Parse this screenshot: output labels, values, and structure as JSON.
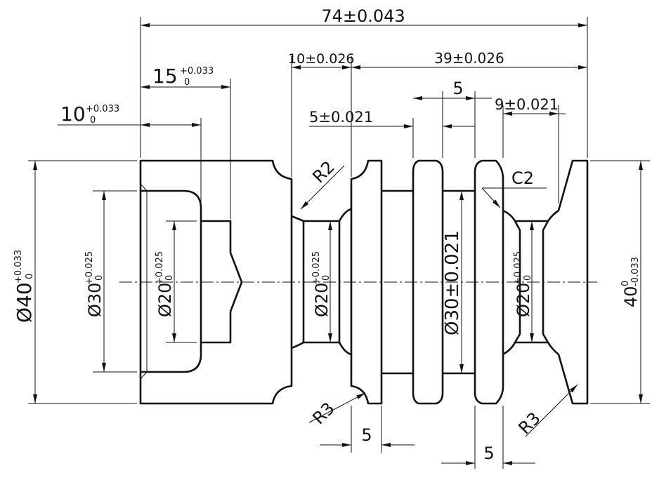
{
  "dims": {
    "overall_length": "74±0.043",
    "len_15": "15",
    "len_15_upper": "+0.033",
    "len_15_lower": "0",
    "len_10": "10",
    "len_10_upper": "+0.033",
    "len_10_lower": "0",
    "len_10_026": "10±0.026",
    "len_39": "39±0.026",
    "len_5_top": "5",
    "len_5_021": "5±0.021",
    "len_9": "9±0.021",
    "radius_r2": "R2",
    "chamfer_c2": "C2",
    "radius_r3_left": "R3",
    "radius_r3_right": "R3",
    "len_5_bottom_left": "5",
    "len_5_bottom_right": "5",
    "dia_40_left": "Ø40",
    "dia_40_left_upper": "+0.033",
    "dia_40_left_lower": "0",
    "dia_30_bore": "Ø30",
    "dia_30_bore_upper": "+0.025",
    "dia_30_bore_lower": "0",
    "dia_20_bore": "Ø20",
    "dia_20_bore_upper": "+0.025",
    "dia_20_bore_lower": "0",
    "dia_20_neck": "Ø20",
    "dia_20_neck_upper": "+0.025",
    "dia_20_neck_lower": "0",
    "dia_30_groove": "Ø30±0.021",
    "dia_20_groove": "Ø20",
    "dia_20_groove_upper": "+0.025",
    "dia_20_groove_lower": "0",
    "dia_40_right": "40",
    "dia_40_right_upper": "0",
    "dia_40_right_lower": "-0.033"
  }
}
